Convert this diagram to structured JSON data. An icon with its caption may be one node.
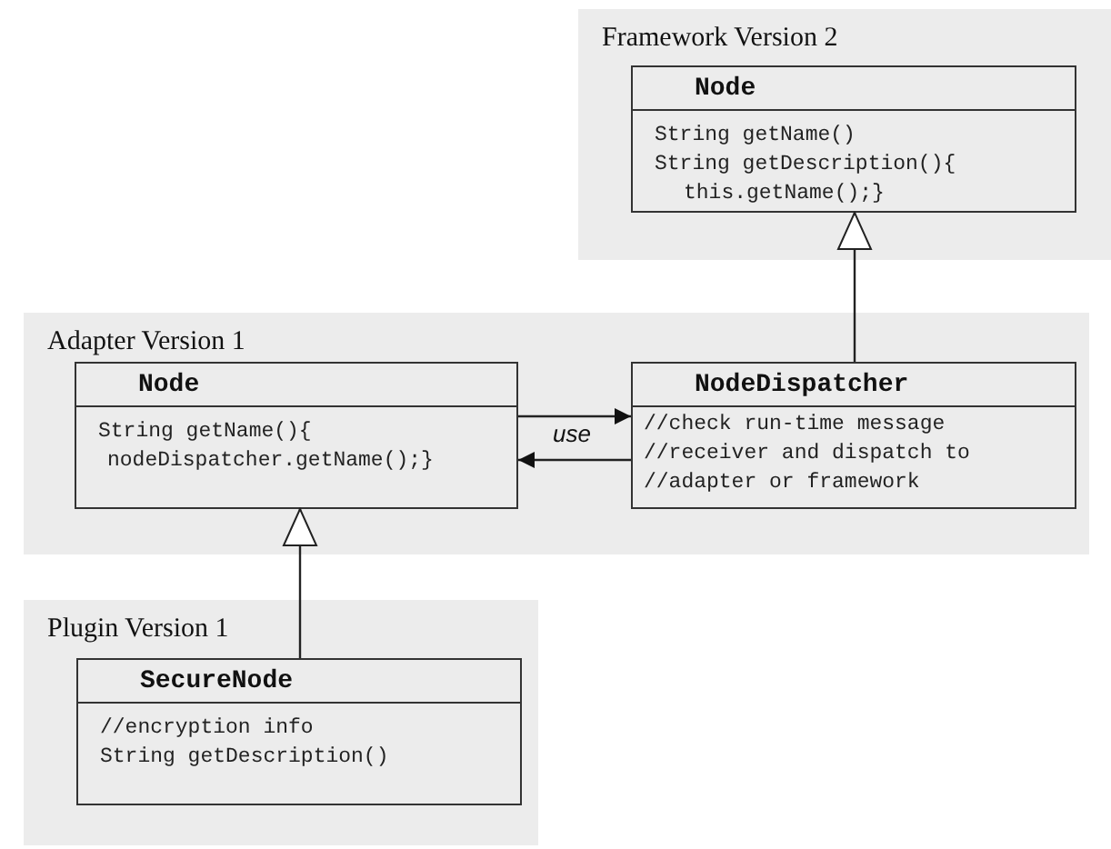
{
  "diagram": {
    "nodes": [
      {
        "text": [
          "Framework Version 2"
        ]
      },
      {
        "text": [
          "Node",
          "String getName()",
          "String getDescription(){",
          "this.getName();}"
        ],
        "in": 0
      },
      {
        "text": [
          "Adapter Version 1"
        ]
      },
      {
        "text": [
          "Node",
          "String getName(){",
          "nodeDispatcher.getName();}"
        ],
        "in": 2
      },
      {
        "text": [
          "NodeDispatcher",
          "//check run-time message",
          "//receiver and dispatch to",
          "//adapter or framework"
        ],
        "in": 2
      },
      {
        "text": [
          "Plugin Version 1"
        ]
      },
      {
        "text": [
          "SecureNode",
          "//encryption info",
          "String getDescription()"
        ],
        "in": 5
      }
    ],
    "edges": [
      {
        "from": 4,
        "to": 1,
        "arrow": "to"
      },
      {
        "from": 3,
        "to": 4,
        "arrow": "to",
        "label": "use"
      },
      {
        "from": 4,
        "to": 3,
        "arrow": "to"
      },
      {
        "from": 6,
        "to": 3,
        "arrow": "to"
      }
    ]
  }
}
